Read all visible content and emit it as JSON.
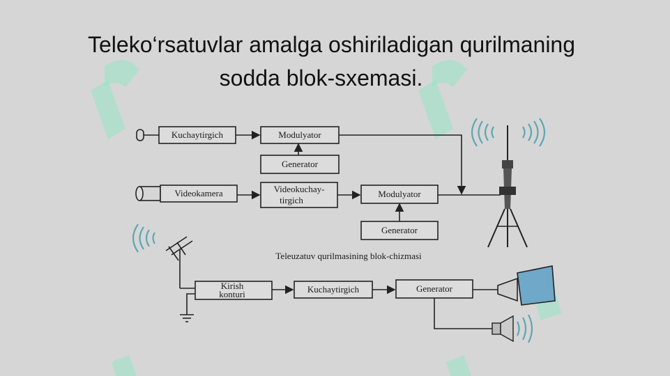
{
  "title": {
    "line1": "Teleko‘rsatuvlar amalga oshiriladigan qurilmaning",
    "line2": "sodda blok-sxemasi."
  },
  "transmitter": {
    "audio_amp": "Kuchaytirgich",
    "audio_mod": "Modulyator",
    "audio_gen": "Generator",
    "camera": "Videokamera",
    "video_amp_1": "Videokuchay-",
    "video_amp_2": "tirgich",
    "video_mod": "Modulyator",
    "video_gen": "Generator"
  },
  "caption": "Teleuzatuv qurilmasining blok-chizmasi",
  "receiver": {
    "input_1": "Kirish",
    "input_2": "konturi",
    "amp": "Kuchaytirgich",
    "gen": "Generator"
  },
  "icons": [
    "microphone-icon",
    "video-camera-icon",
    "tv-tower-icon",
    "radio-waves-icon",
    "receiving-antenna-icon",
    "ground-icon",
    "picture-tube-icon",
    "loudspeaker-icon"
  ],
  "colors": {
    "background": "#d6d6d6",
    "screen": "#6fa8c8",
    "watermark": "#8fe6c6"
  }
}
